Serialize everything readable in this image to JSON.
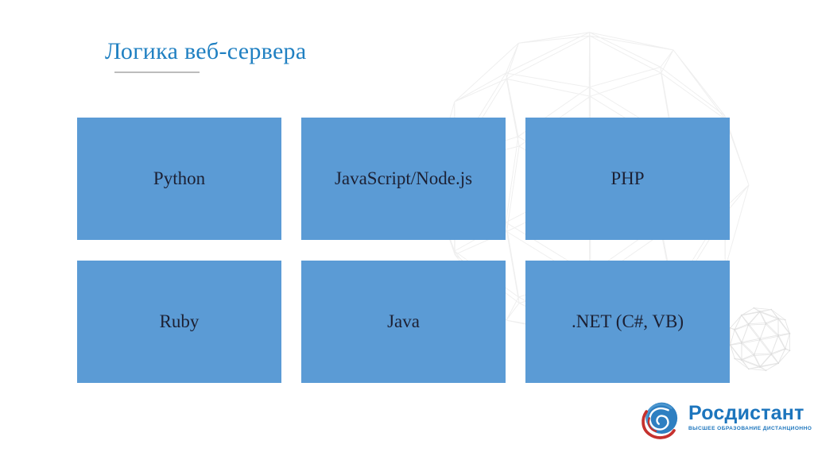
{
  "slide": {
    "title": "Логика веб-сервера",
    "boxes": [
      {
        "label": "Python"
      },
      {
        "label": "JavaScript/Node.js"
      },
      {
        "label": "PHP"
      },
      {
        "label": "Ruby"
      },
      {
        "label": "Java"
      },
      {
        "label": ".NET (C#, VB)"
      }
    ]
  },
  "logo": {
    "name": "Росдистант",
    "tagline": "ВЫСШЕЕ ОБРАЗОВАНИЕ ДИСТАНЦИОННО"
  },
  "colors": {
    "box_fill": "#5B9BD5",
    "box_text": "#1C2033",
    "title": "#2080C2",
    "logo_blue": "#1C75BD",
    "logo_red": "#C5312E"
  }
}
